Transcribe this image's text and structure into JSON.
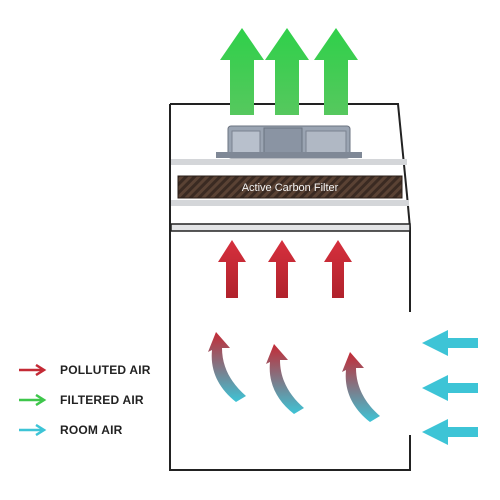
{
  "filter": {
    "label": "Active Carbon Filter"
  },
  "legend": [
    {
      "label": "POLLUTED AIR",
      "color": "#c42a35"
    },
    {
      "label": "FILTERED AIR",
      "color": "#3ec64b"
    },
    {
      "label": "ROOM AIR",
      "color": "#3dc4d6"
    }
  ],
  "colors": {
    "polluted": "#c42a35",
    "filtered": "#3ec64b",
    "room": "#3dc4d6",
    "outline": "#222222"
  }
}
